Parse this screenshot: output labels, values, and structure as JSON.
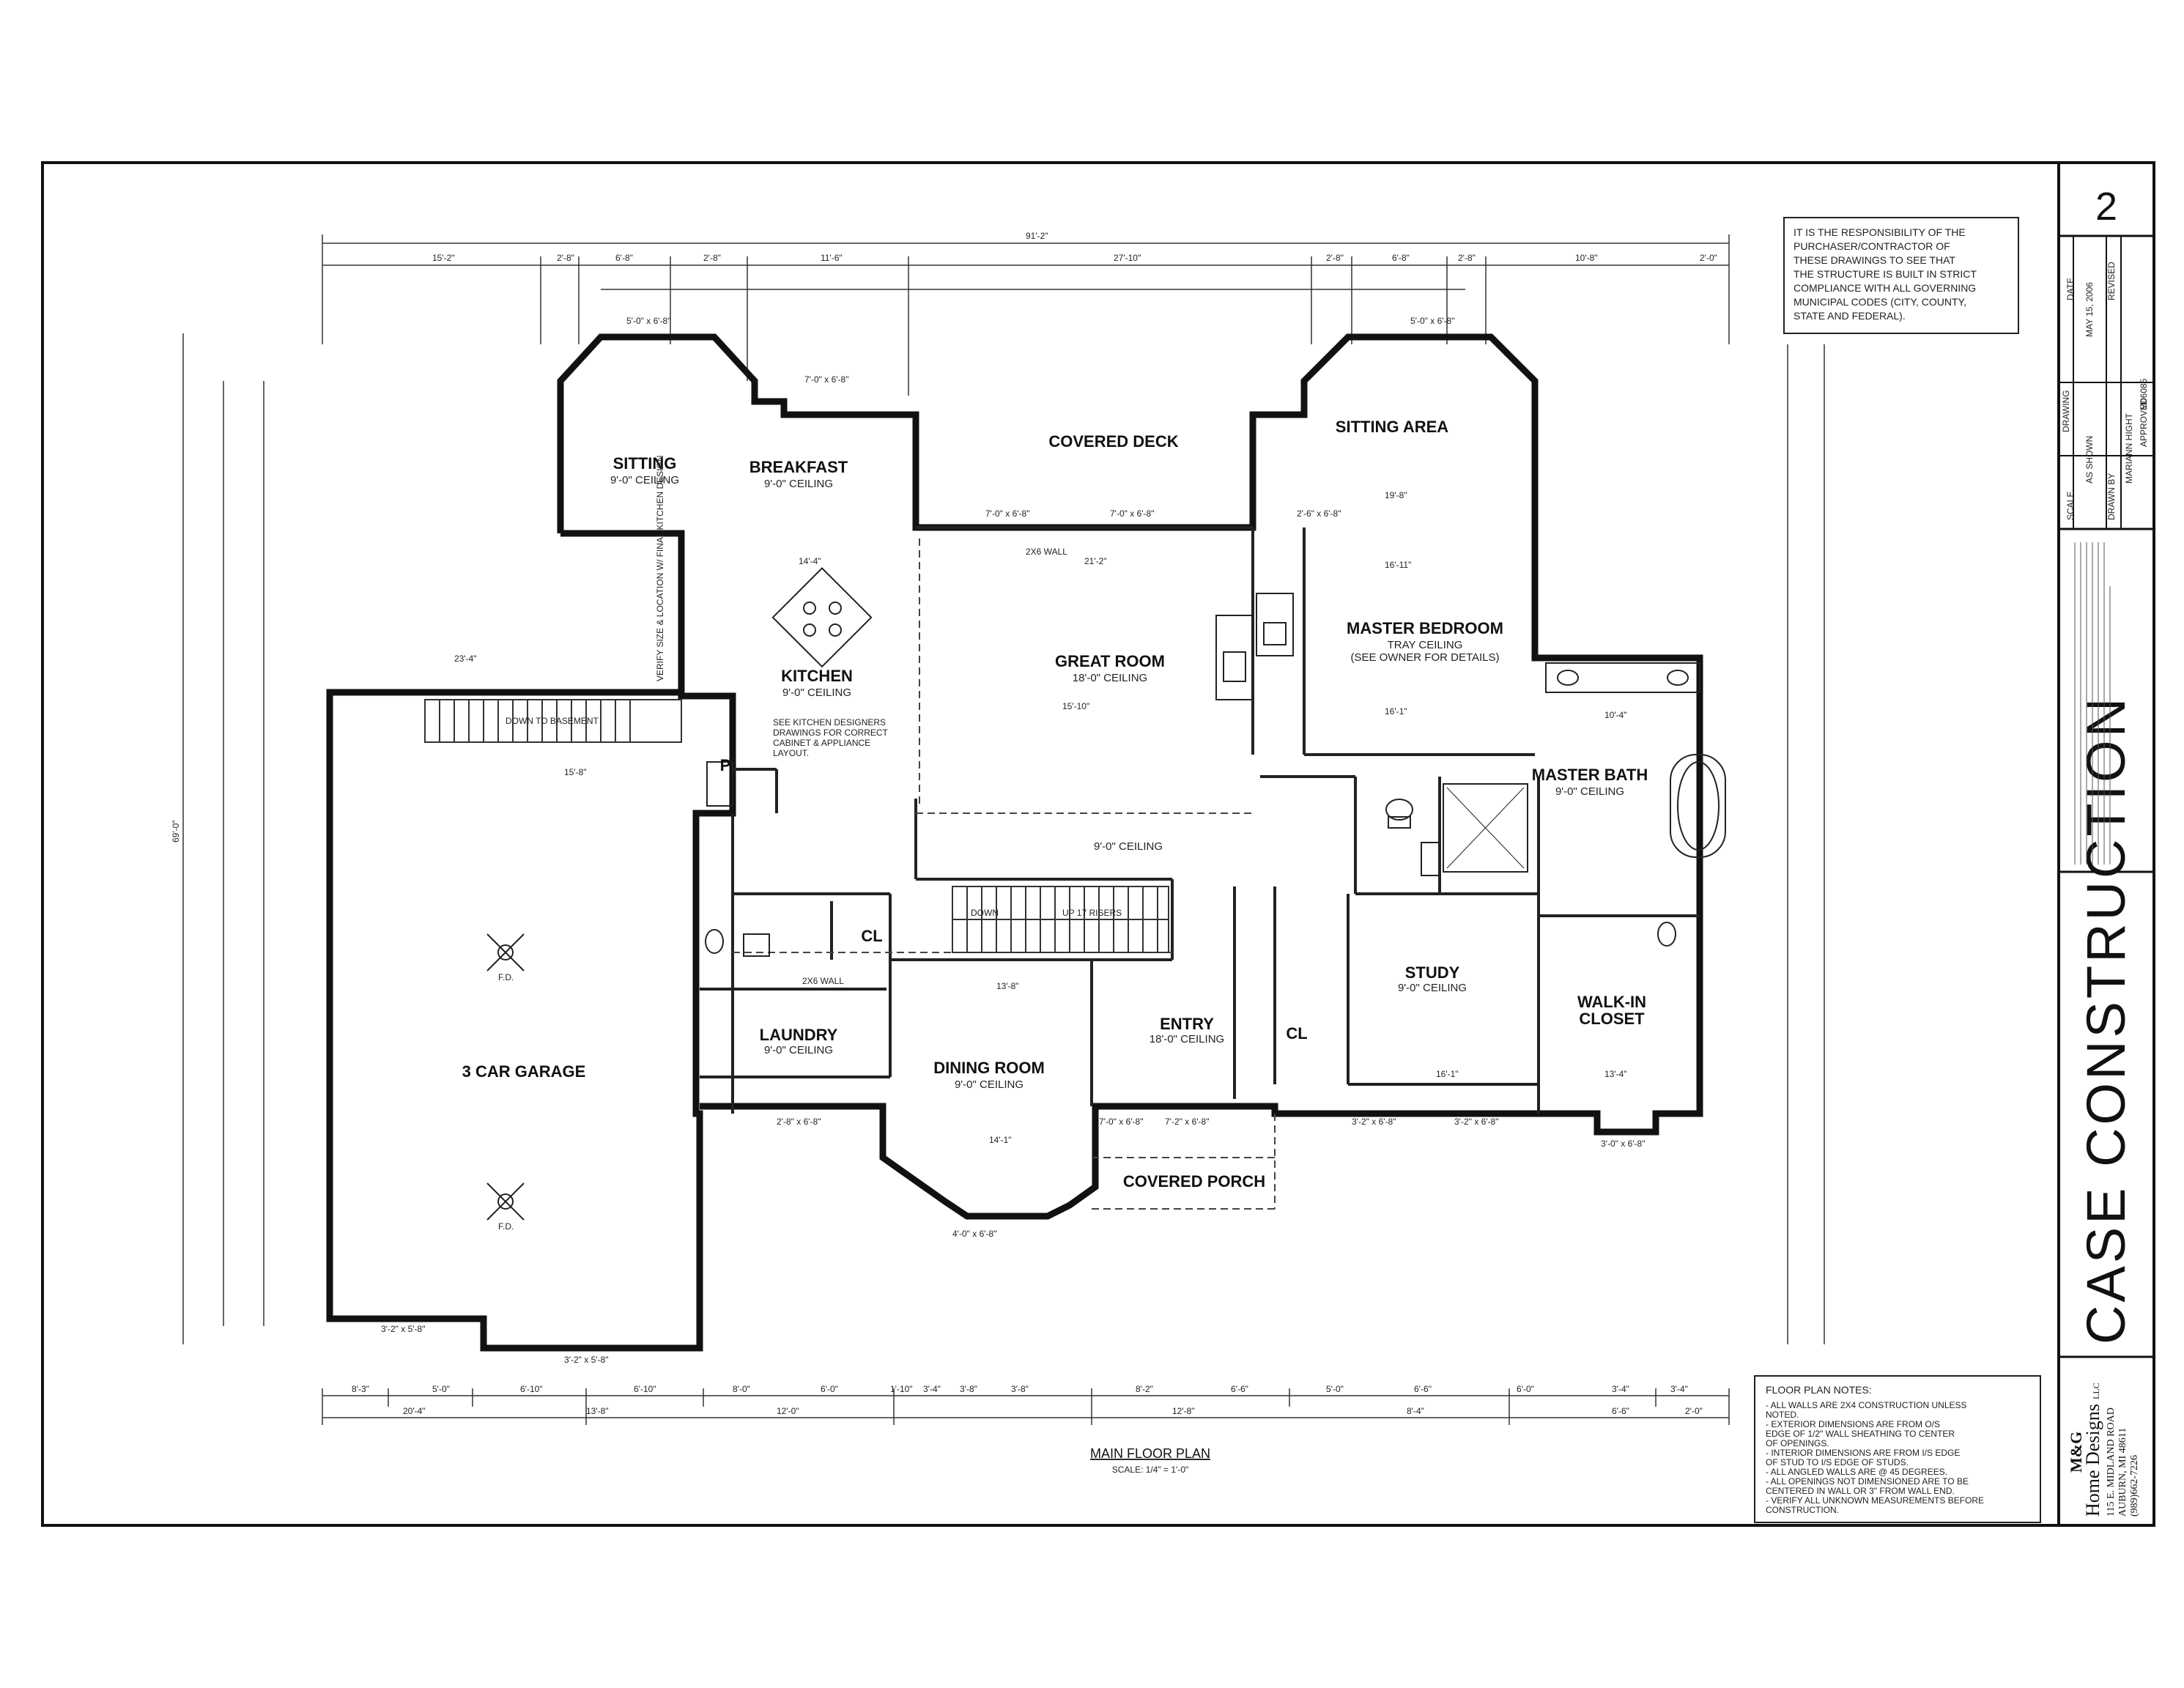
{
  "sheet": {
    "number": "2",
    "title": "CASE CONSTRUCTION"
  },
  "title_block": {
    "scale_label": "SCALE",
    "scale_value": "AS SHOWN",
    "drawn_label": "DRAWN BY",
    "drawn_value": "MARIANN HIGHT",
    "date_label": "DATE",
    "date_value": "MAY 15, 2006",
    "revised_label": "REVISED",
    "drawing_label": "DRAWING",
    "drawing_value": "M06085",
    "approved_label": "APPROVED"
  },
  "responsibility_note": [
    "IT IS THE RESPONSIBILITY OF THE",
    "PURCHASER/CONTRACTOR OF",
    "THESE DRAWINGS TO SEE THAT",
    "THE STRUCTURE IS BUILT IN STRICT",
    "COMPLIANCE WITH ALL GOVERNING",
    "MUNICIPAL CODES (CITY, COUNTY,",
    "STATE AND FEDERAL)."
  ],
  "designer": {
    "logo": "M&G",
    "name": "Home Designs",
    "llc": "LLC",
    "address": "115 E. MIDLAND ROAD",
    "city": "AUBURN, MI 48611",
    "phone": "(989)662-7226"
  },
  "plan_title": {
    "name": "MAIN FLOOR PLAN",
    "scale": "SCALE: 1/4\" = 1'-0\""
  },
  "floor_plan_notes": {
    "heading": "FLOOR PLAN NOTES:",
    "items": [
      "- ALL WALLS ARE 2X4 CONSTRUCTION UNLESS",
      "  NOTED.",
      "- EXTERIOR DIMENSIONS ARE FROM O/S",
      "  EDGE OF 1/2\" WALL SHEATHING TO CENTER",
      "  OF OPENINGS.",
      "- INTERIOR DIMENSIONS ARE FROM I/S EDGE",
      "  OF STUD TO I/S EDGE OF STUDS.",
      "- ALL ANGLED WALLS ARE @ 45 DEGREES.",
      "- ALL OPENINGS NOT DIMENSIONED ARE TO BE",
      "  CENTERED IN WALL OR 3\" FROM WALL END.",
      "- VERIFY ALL UNKNOWN MEASUREMENTS BEFORE",
      "  CONSTRUCTION."
    ]
  },
  "rooms": {
    "sitting": {
      "name": "SITTING",
      "ceiling": "9'-0\" CEILING"
    },
    "breakfast": {
      "name": "BREAKFAST",
      "ceiling": "9'-0\" CEILING"
    },
    "covered_deck": {
      "name": "COVERED DECK"
    },
    "sitting_area": {
      "name": "SITTING AREA"
    },
    "kitchen": {
      "name": "KITCHEN",
      "ceiling": "9'-0\" CEILING"
    },
    "kitchen_note": [
      "SEE KITCHEN DESIGNERS",
      "DRAWINGS FOR CORRECT",
      "CABINET & APPLIANCE",
      "LAYOUT."
    ],
    "great_room": {
      "name": "GREAT ROOM",
      "ceiling": "18'-0\" CEILING"
    },
    "master_bedroom": {
      "name": "MASTER BEDROOM",
      "ceiling": "TRAY CEILING",
      "note": "(SEE OWNER FOR DETAILS)"
    },
    "master_bath": {
      "name": "MASTER BATH",
      "ceiling": "9'-0\" CEILING"
    },
    "hall": {
      "ceiling": "9'-0\" CEILING"
    },
    "down_to_basement": "DOWN TO BASEMENT",
    "stair_down": "DOWN",
    "stair_up": "UP 17 RISERS",
    "garage": {
      "name": "3 CAR GARAGE"
    },
    "laundry": {
      "name": "LAUNDRY",
      "ceiling": "9'-0\" CEILING"
    },
    "dining": {
      "name": "DINING ROOM",
      "ceiling": "9'-0\" CEILING"
    },
    "entry": {
      "name": "ENTRY",
      "ceiling": "18'-0\" CEILING"
    },
    "study": {
      "name": "STUDY",
      "ceiling": "9'-0\" CEILING"
    },
    "walkin": {
      "name": "WALK-IN",
      "name2": "CLOSET"
    },
    "covered_porch": {
      "name": "COVERED PORCH"
    },
    "cl": "CL",
    "p": "P",
    "fd": "F.D.",
    "wall_2x6": "2X6 WALL",
    "verify_note": "VERIFY SIZE & LOCATION W/ FINAL KITCHEN DESIGN"
  },
  "dimensions": {
    "overall_top": "91'-2\"",
    "overall_left": "69'-0\"",
    "top_row": [
      "15'-2\"",
      "2'-8\"",
      "6'-8\"",
      "2'-8\"",
      "11'-6\"",
      "27'-10\"",
      "2'-8\"",
      "6'-8\"",
      "2'-8\"",
      "10'-8\"",
      "2'-0\""
    ],
    "bottom_row1": [
      "8'-3\"",
      "5'-0\"",
      "6'-10\"",
      "6'-10\"",
      "8'-0\"",
      "6'-0\"",
      "1'-10\"",
      "3'-4\"",
      "3'-8\"",
      "3'-8\"",
      "8'-2\"",
      "6'-6\"",
      "5'-0\"",
      "6'-6\"",
      "6'-0\"",
      "3'-4\"",
      "3'-4\""
    ],
    "bottom_row2": [
      "20'-4\"",
      "13'-8\"",
      "12'-0\"",
      "12'-8\"",
      "8'-4\"",
      "6'-6\"",
      "2'-0\""
    ],
    "windows": [
      "5'-0\" x 6'-8\"",
      "7'-0\" x 6'-8\"",
      "7'-0\" x 6'-8\"",
      "7'-0\" x 6'-8\"",
      "5'-0\" x 6'-8\"",
      "2'-6\" x 6'-8\"",
      "3'-2\" x 5'-8\"",
      "3'-2\" x 5'-8\"",
      "2'-8\" x 6'-8\"",
      "4'-0\" x 6'-8\"",
      "7'-0\" x 6'-8\"",
      "7'-2\" x 6'-8\"",
      "3'-2\" x 6'-8\"",
      "3'-2\" x 6'-8\"",
      "3'-0\" x 6'-8\""
    ],
    "interior": [
      "14'-4\"",
      "21'-2\"",
      "15'-10\"",
      "16'-11\"",
      "16'-1\"",
      "19'-8\"",
      "10'-4\"",
      "13'-8\"",
      "16'-1\"",
      "13'-4\"",
      "14'-1\"",
      "23'-4\"",
      "15'-8\""
    ]
  }
}
